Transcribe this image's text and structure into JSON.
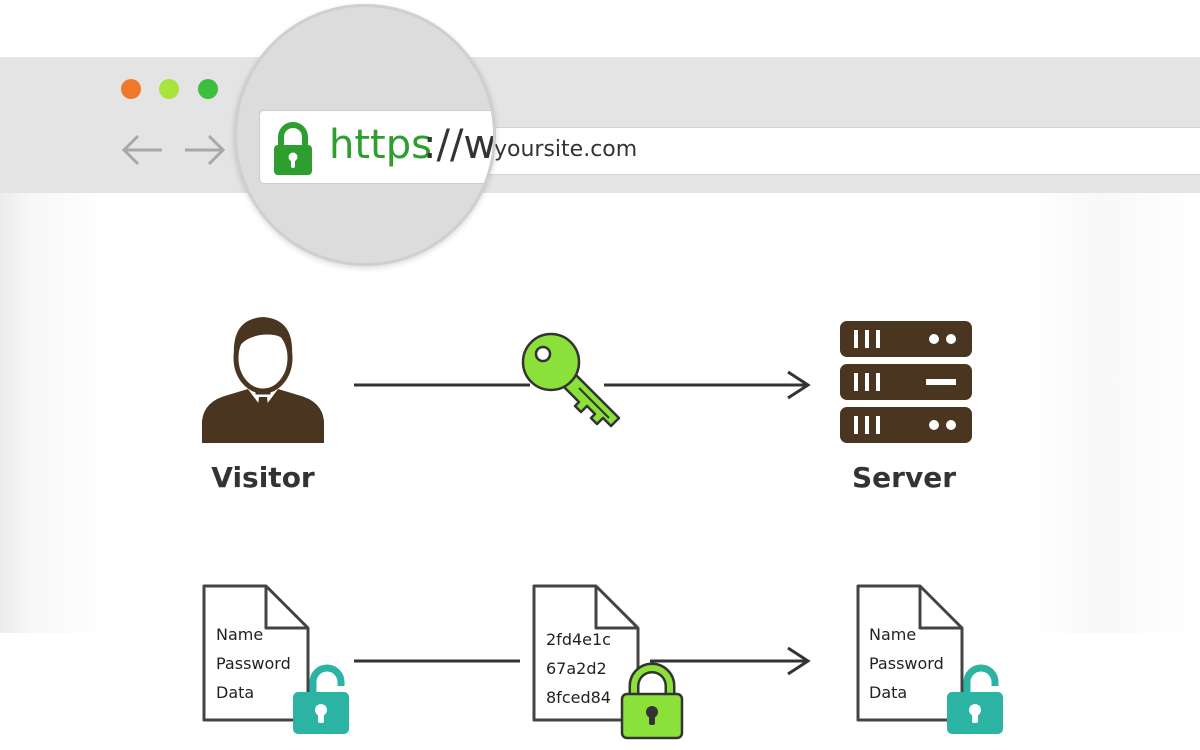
{
  "browser": {
    "window_controls": [
      {
        "name": "close",
        "color": "#f0782a"
      },
      {
        "name": "minimize",
        "color": "#a9e33e"
      },
      {
        "name": "maximize",
        "color": "#3cbf3c"
      }
    ],
    "nav_icons": [
      "back-arrow-icon",
      "forward-arrow-icon"
    ],
    "url_rest": "yoursite.com",
    "magnifier": {
      "scheme": "https",
      "separator": "://w",
      "lock_icon": "padlock-icon",
      "scheme_color": "#2e9e2e"
    }
  },
  "diagram": {
    "visitor_label": "Visitor",
    "server_label": "Server",
    "key_icon": "key-icon",
    "key_color": "#8be03a",
    "icon_color": "#4a3520"
  },
  "documents": {
    "plain_lines": [
      "Name",
      "Password",
      "Data"
    ],
    "encrypted_lines": [
      "2fd4e1c",
      "67a2d2",
      "8fced84"
    ],
    "receiver_lines": [
      "Name",
      "Password",
      "Data"
    ],
    "unlocked_lock_color": "#2bb3a3",
    "locked_lock_color": "#8be03a"
  }
}
